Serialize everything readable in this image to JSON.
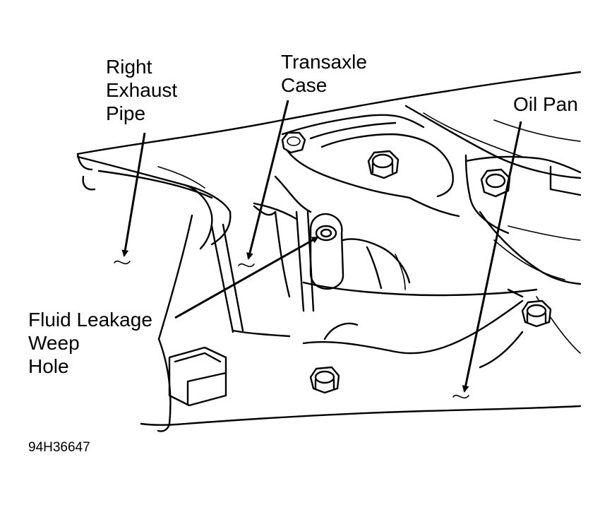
{
  "labels": {
    "right_exhaust_pipe": [
      "Right",
      "Exhaust",
      "Pipe"
    ],
    "transaxle_case": [
      "Transaxle",
      "Case"
    ],
    "oil_pan": [
      "Oil Pan"
    ],
    "weep_hole": [
      "Fluid Leakage",
      "Weep",
      "Hole"
    ]
  },
  "figure_code": "94H36647"
}
